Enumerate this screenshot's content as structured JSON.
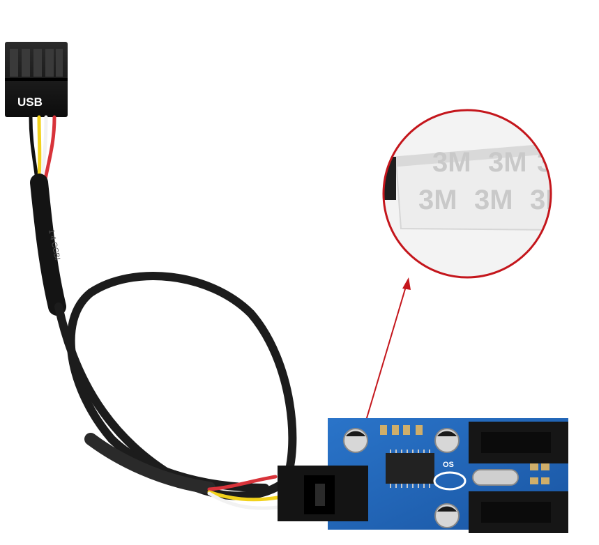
{
  "photo": {
    "connector_label": "USB",
    "tape_brand": "3M",
    "cable_print": "1 4 CCBI",
    "board_mark": "OS",
    "colors": {
      "background": "#ffffff",
      "pcb": "#1f63b8",
      "callout_circle": "#c4161c",
      "cable": "#1c1c1c",
      "wire_red": "#d8333a",
      "wire_yellow": "#f2d21c",
      "wire_white": "#f2f2f2",
      "wire_black": "#111111"
    }
  }
}
